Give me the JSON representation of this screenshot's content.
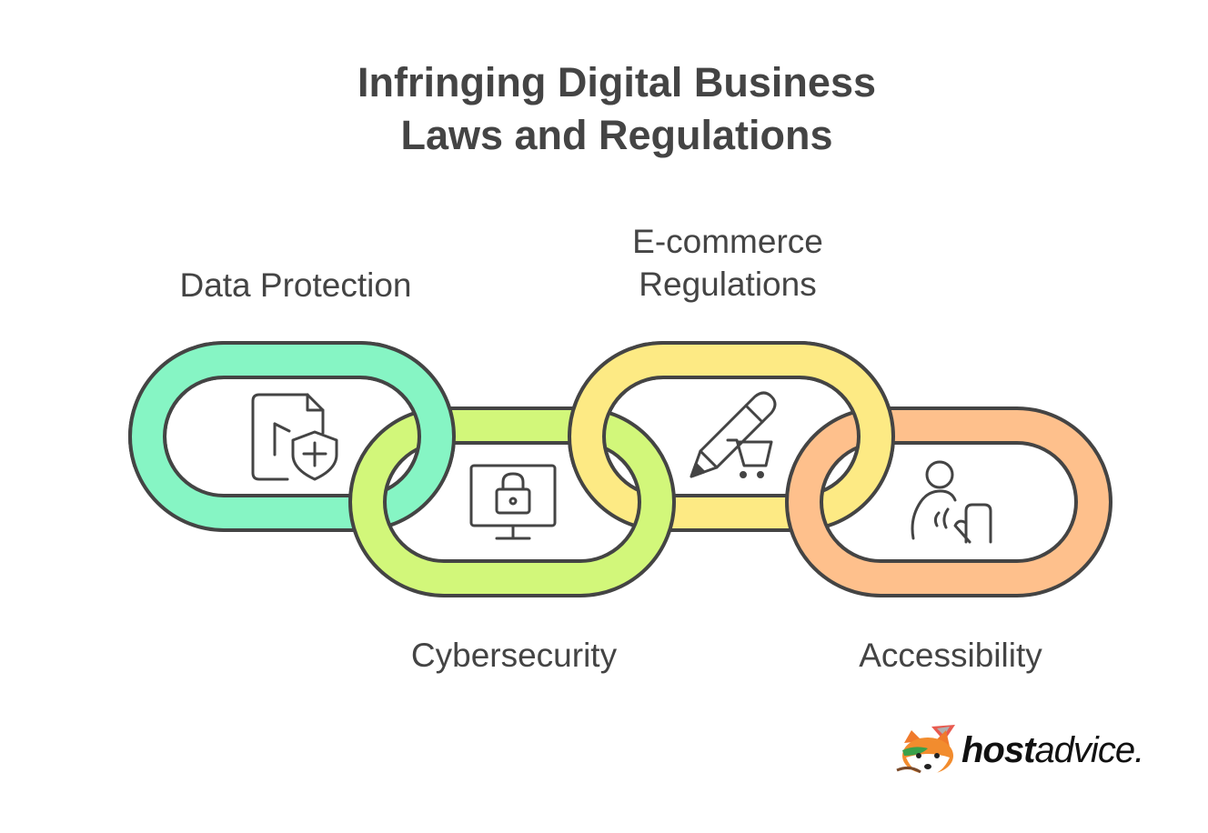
{
  "title": {
    "line1": "Infringing Digital Business",
    "line2": "Laws and Regulations"
  },
  "items": [
    {
      "label_lines": [
        "Data Protection"
      ],
      "icon": "document-shield-icon",
      "color": "#86f5c4"
    },
    {
      "label_lines": [
        "Cybersecurity"
      ],
      "icon": "monitor-lock-icon",
      "color": "#d2f77a"
    },
    {
      "label_lines": [
        "E-commerce",
        "Regulations"
      ],
      "icon": "pencil-cart-icon",
      "color": "#fdea84"
    },
    {
      "label_lines": [
        "Accessibility"
      ],
      "icon": "person-hand-icon",
      "color": "#fec08c"
    }
  ],
  "outline_color": "#444444",
  "brand": {
    "bold": "host",
    "rest": "advice."
  }
}
